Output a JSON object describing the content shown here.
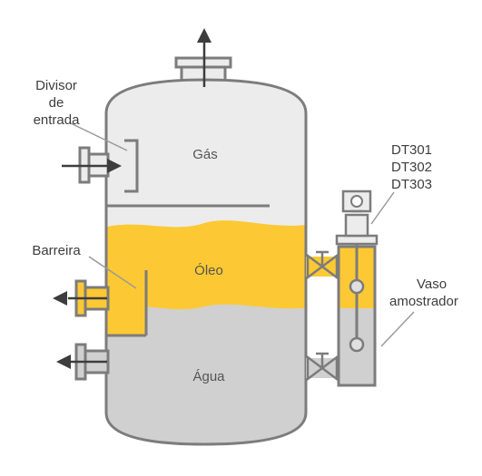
{
  "labels": {
    "inlet_divider": [
      "Divisor",
      "de",
      "entrada"
    ],
    "barrier": "Barreira",
    "transmitters": [
      "DT301",
      "DT302",
      "DT303"
    ],
    "sample_vessel": [
      "Vaso",
      "amostrador"
    ]
  },
  "zones": {
    "gas": "Gás",
    "oil": "Óleo",
    "water": "Água"
  },
  "colors": {
    "gas_fill": "#ececec",
    "oil_fill": "#fcc934",
    "water_fill": "#d0d0d0",
    "outline": "#7c7c7c",
    "label_text": "#3d3d3d"
  }
}
